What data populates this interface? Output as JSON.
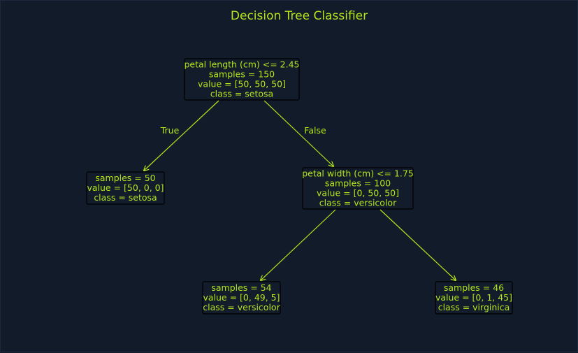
{
  "title": "Decision Tree Classifier",
  "colors": {
    "background": "#111b2a",
    "accent": "#b5e61d",
    "node_fill": "#121c2b",
    "node_border": "#000000"
  },
  "nodes": [
    {
      "id": "root",
      "lines": [
        "petal length (cm) <= 2.45",
        "samples = 150",
        "value = [50, 50, 50]",
        "class = setosa"
      ]
    },
    {
      "id": "left",
      "lines": [
        "samples = 50",
        "value = [50, 0, 0]",
        "class = setosa"
      ]
    },
    {
      "id": "right",
      "lines": [
        "petal width (cm) <= 1.75",
        "samples = 100",
        "value = [0, 50, 50]",
        "class = versicolor"
      ]
    },
    {
      "id": "right-left",
      "lines": [
        "samples = 54",
        "value = [0, 49, 5]",
        "class = versicolor"
      ]
    },
    {
      "id": "right-right",
      "lines": [
        "samples = 46",
        "value = [0, 1, 45]",
        "class = virginica"
      ]
    }
  ],
  "edges": [
    {
      "from": "root",
      "to": "left",
      "label": "True"
    },
    {
      "from": "root",
      "to": "right",
      "label": "False"
    },
    {
      "from": "right",
      "to": "right-left",
      "label": ""
    },
    {
      "from": "right",
      "to": "right-right",
      "label": ""
    }
  ]
}
